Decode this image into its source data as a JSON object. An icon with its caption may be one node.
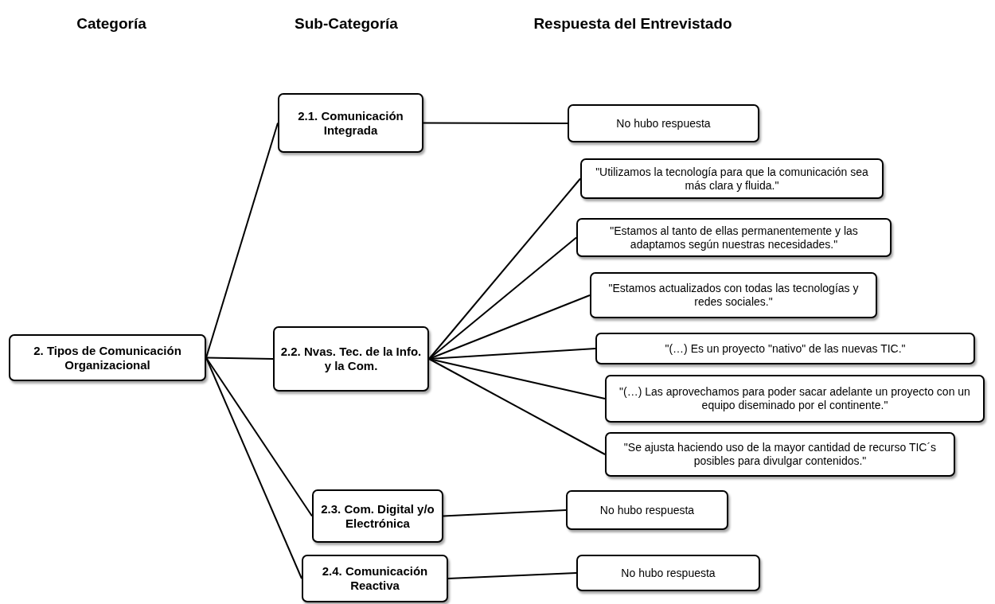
{
  "diagram": {
    "nodes": [
      {
        "text": [
          "2. Tipos de Comunicación Organizacional"
        ]
      },
      {
        "text": [
          "2.1. Comunicación Integrada"
        ]
      },
      {
        "text": [
          "No hubo respuesta"
        ]
      },
      {
        "text": [
          "2.2. Nvas. Tec. de la Info. y la Com."
        ]
      },
      {
        "text": [
          "\"Utilizamos la tecnología para que la comunicación sea más clara y fluida.\""
        ]
      },
      {
        "text": [
          "\"Estamos al tanto de ellas permanentemente y las adaptamos según nuestras necesidades.\""
        ]
      },
      {
        "text": [
          "\"Estamos actualizados con todas las tecnologías y redes sociales.\""
        ]
      },
      {
        "text": [
          "\"(…) Es un proyecto \"nativo\" de las nuevas TIC.\""
        ]
      },
      {
        "text": [
          "\"(…) Las aprovechamos para poder sacar adelante un proyecto con un equipo diseminado por el continente.\""
        ]
      },
      {
        "text": [
          "\"Se ajusta haciendo uso de la mayor cantidad de recurso TIC´s posibles para divulgar contenidos.\""
        ]
      },
      {
        "text": [
          "2.3. Com. Digital y/o Electrónica"
        ]
      },
      {
        "text": [
          "No hubo respuesta"
        ]
      },
      {
        "text": [
          "2.4. Comunicación Reactiva"
        ]
      },
      {
        "text": [
          "No hubo respuesta"
        ]
      }
    ],
    "edges": [
      {
        "from": 0,
        "to": 1,
        "arrow": "none"
      },
      {
        "from": 0,
        "to": 3,
        "arrow": "none"
      },
      {
        "from": 0,
        "to": 10,
        "arrow": "none"
      },
      {
        "from": 0,
        "to": 12,
        "arrow": "none"
      },
      {
        "from": 1,
        "to": 2,
        "arrow": "none"
      },
      {
        "from": 3,
        "to": 4,
        "arrow": "none"
      },
      {
        "from": 3,
        "to": 5,
        "arrow": "none"
      },
      {
        "from": 3,
        "to": 6,
        "arrow": "none"
      },
      {
        "from": 3,
        "to": 7,
        "arrow": "none"
      },
      {
        "from": 3,
        "to": 8,
        "arrow": "none"
      },
      {
        "from": 3,
        "to": 9,
        "arrow": "none"
      },
      {
        "from": 10,
        "to": 11,
        "arrow": "none"
      },
      {
        "from": 12,
        "to": 13,
        "arrow": "none"
      }
    ],
    "labels": [
      "Categoría",
      "Sub-Categoría",
      "Respuesta del Entrevistado"
    ]
  }
}
